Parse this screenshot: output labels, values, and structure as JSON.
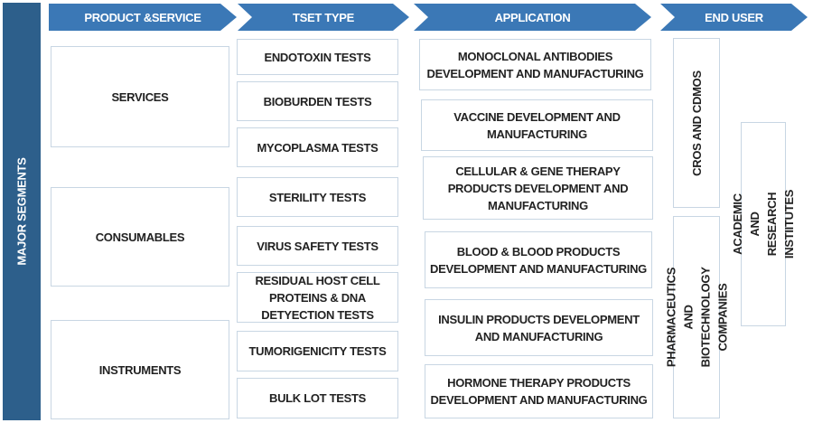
{
  "side_label": "MAJOR SEGMENTS",
  "headers": {
    "product_service": "PRODUCT &SERVICE",
    "test_type": "TSET TYPE",
    "application": "APPLICATION",
    "end_user": "END USER"
  },
  "product_service": [
    "SERVICES",
    "CONSUMABLES",
    "INSTRUMENTS"
  ],
  "test_type": [
    "ENDOTOXIN TESTS",
    "BIOBURDEN TESTS",
    "MYCOPLASMA TESTS",
    "STERILITY TESTS",
    "VIRUS SAFETY TESTS",
    "RESIDUAL HOST CELL PROTEINS & DNA DETYECTION TESTS",
    "TUMORIGENICITY TESTS",
    "BULK LOT TESTS"
  ],
  "application": [
    "MONOCLONAL ANTIBODIES DEVELOPMENT AND MANUFACTURING",
    "VACCINE DEVELOPMENT AND MANUFACTURING",
    "CELLULAR & GENE THERAPY PRODUCTS DEVELOPMENT AND MANUFACTURING",
    "BLOOD & BLOOD PRODUCTS DEVELOPMENT AND MANUFACTURING",
    "INSULIN PRODUCTS DEVELOPMENT AND MANUFACTURING",
    "HORMONE THERAPY PRODUCTS DEVELOPMENT AND MANUFACTURING"
  ],
  "end_user": [
    "CROS AND CDMOS",
    "PHARMACEUTICS AND BIOTECHNOLOGY COMPANIES",
    "ACADEMIC AND RESEARCH INSTIITUTES"
  ],
  "colors": {
    "side": "#2d5f8b",
    "header": "#3b78b6",
    "border": "#c8d6e3"
  }
}
